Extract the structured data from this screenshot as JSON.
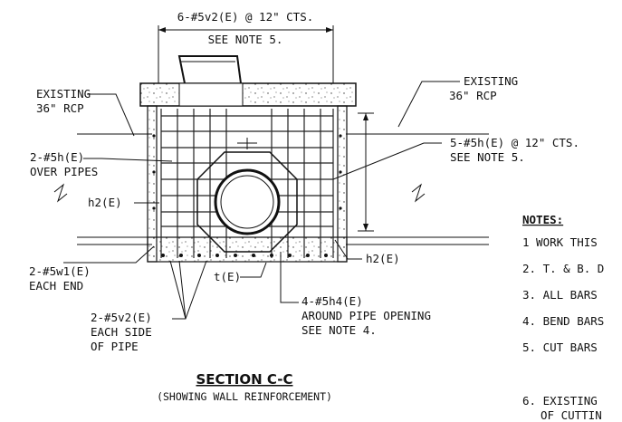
{
  "labels": {
    "top_bars": "6-#5v2(E) @ 12\" CTS.",
    "top_note": "SEE NOTE 5.",
    "exist_left_1": "EXISTING",
    "exist_left_2": "36\" RCP",
    "exist_right_1": "EXISTING",
    "exist_right_2": "36\" RCP",
    "right_bars_1": "5-#5h(E) @ 12\" CTS.",
    "right_bars_2": "SEE NOTE 5.",
    "over_pipes_1": "2-#5h(E)",
    "over_pipes_2": "OVER PIPES",
    "h2_left": "h2(E)",
    "h2_right": "h2(E)",
    "w1_1": "2-#5w1(E)",
    "w1_2": "EACH END",
    "t_label": "t(E)",
    "v2_1": "2-#5v2(E)",
    "v2_2": "EACH SIDE",
    "v2_3": "OF PIPE",
    "h4_1": "4-#5h4(E)",
    "h4_2": "AROUND PIPE OPENING",
    "h4_3": "SEE NOTE 4."
  },
  "section": {
    "title": "SECTION C-C",
    "subtitle": "(SHOWING WALL REINFORCEMENT)"
  },
  "notes": {
    "heading": "NOTES:",
    "items": [
      "1  WORK THIS",
      "2. T. & B. D",
      "3. ALL BARS",
      "4. BEND BARS",
      "5. CUT BARS",
      "6. EXISTING",
      "OF CUTTIN"
    ]
  }
}
